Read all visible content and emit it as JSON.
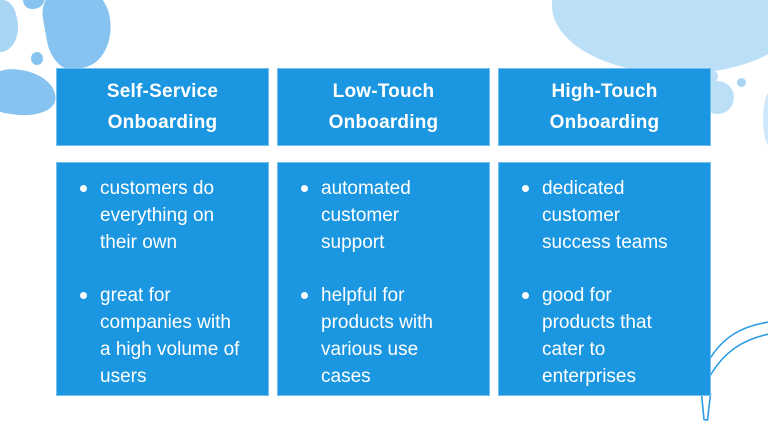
{
  "slide": {
    "columns": [
      {
        "header": "Self-Service Onboarding",
        "bullets": [
          "customers do everything on their own",
          "great for companies with a high volume of users"
        ]
      },
      {
        "header": "Low-Touch Onboarding",
        "bullets": [
          "automated customer support",
          "helpful for products with various use cases"
        ]
      },
      {
        "header": "High-Touch Onboarding",
        "bullets": [
          "dedicated customer success teams",
          "good for products that cater to enterprises"
        ]
      }
    ]
  },
  "colors": {
    "box_blue": "#1b96e0",
    "text_white": "#ffffff",
    "blob_medium": "#87c3f0",
    "blob_soft": "#a9d5f5",
    "blob_light": "#bcdff8",
    "blob_pale": "#cfe8fb",
    "doodle_stroke": "#2b9ce5"
  }
}
